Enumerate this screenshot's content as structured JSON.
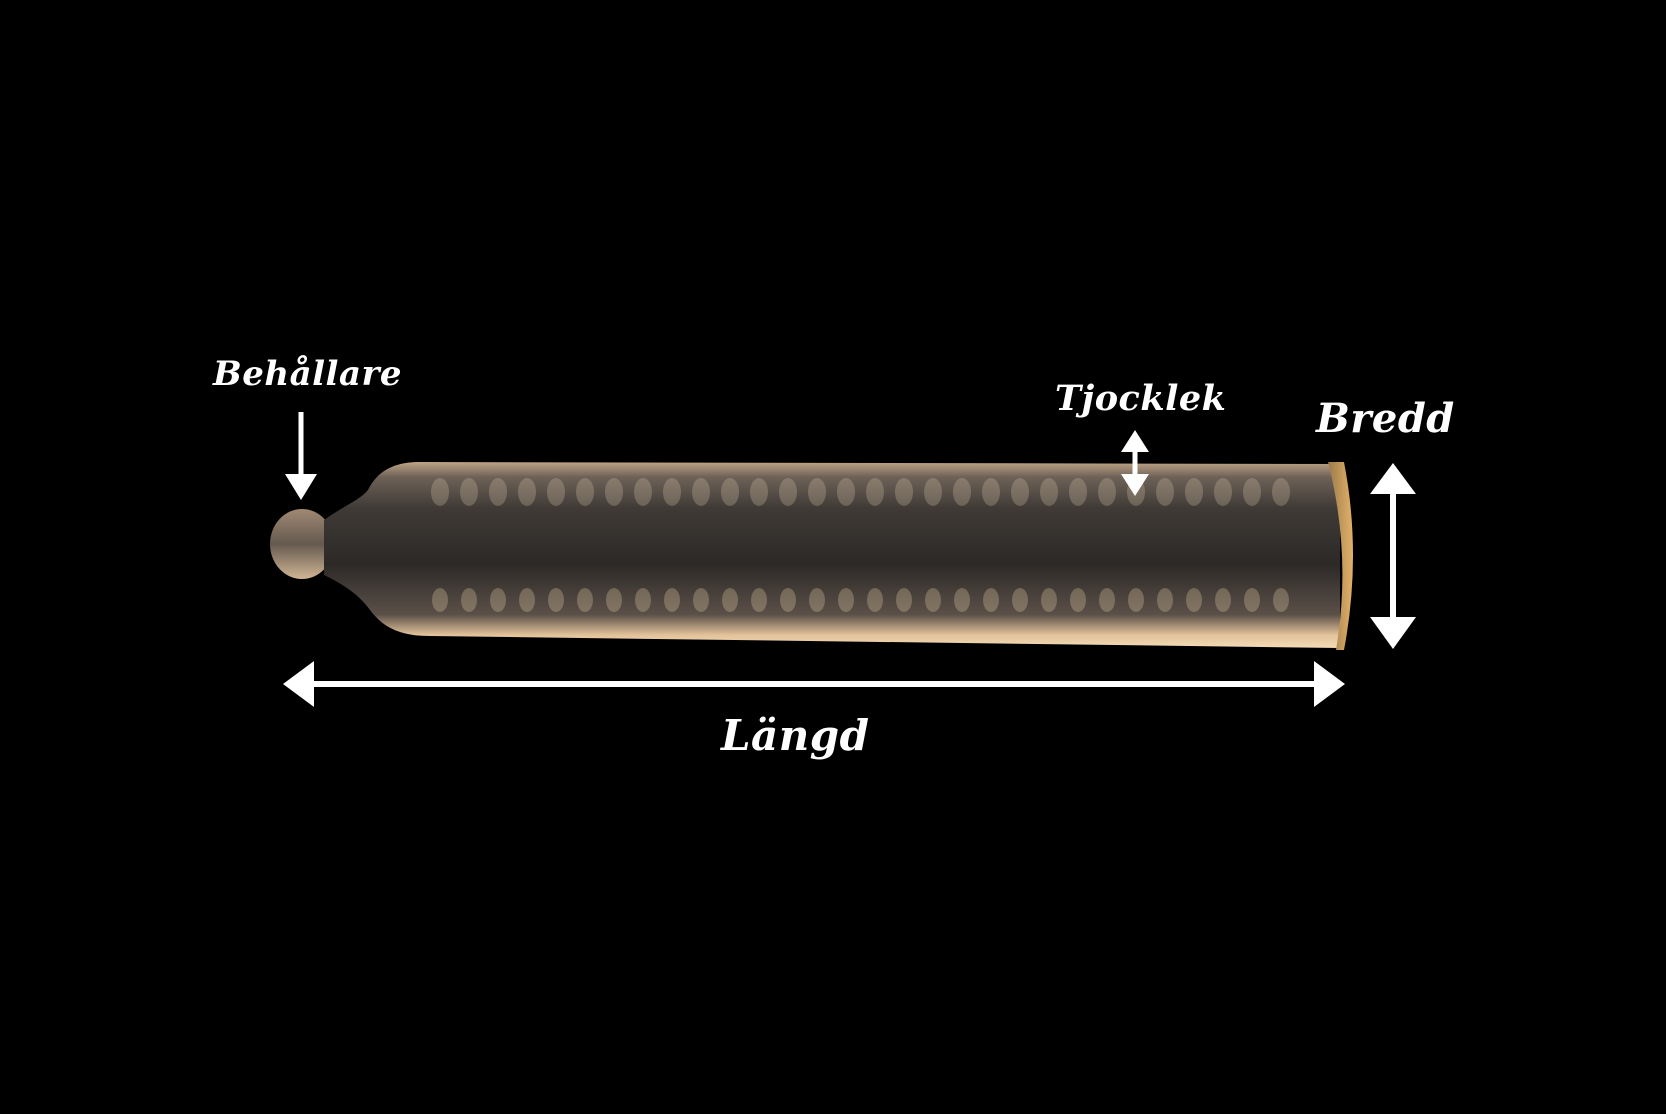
{
  "labels": {
    "reservoir": "Behållare",
    "thickness": "Tjocklek",
    "width": "Bredd",
    "length": "Längd"
  },
  "colors": {
    "background": "#000000",
    "annotation": "#ffffff",
    "condom_body": "#3a3633",
    "condom_highlight": "#f0d2a8",
    "condom_rim": "#d8a85a"
  }
}
